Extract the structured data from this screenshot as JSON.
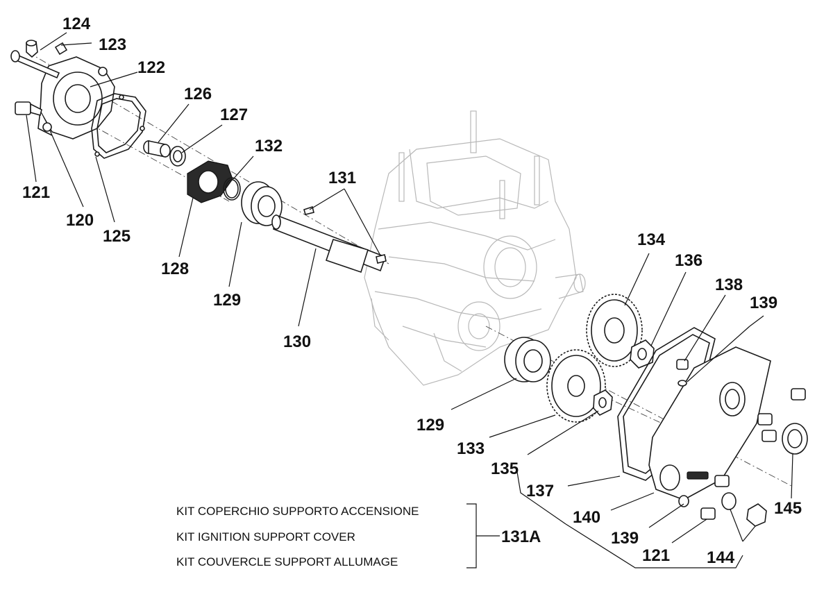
{
  "callouts": {
    "c124": "124",
    "c123": "123",
    "c122": "122",
    "c126": "126",
    "c127": "127",
    "c132": "132",
    "c131": "131",
    "c121a": "121",
    "c120": "120",
    "c125": "125",
    "c128": "128",
    "c129a": "129",
    "c130": "130",
    "c134": "134",
    "c136": "136",
    "c138": "138",
    "c139a": "139",
    "c129b": "129",
    "c133": "133",
    "c135": "135",
    "c137": "137",
    "c140": "140",
    "c139b": "139",
    "c121b": "121",
    "c144": "144",
    "c145": "145"
  },
  "kit": {
    "lines": [
      "KIT COPERCHIO SUPPORTO ACCENSIONE",
      "KIT IGNITION SUPPORT COVER",
      "KIT COUVERCLE SUPPORT ALLUMAGE"
    ],
    "code": "131A"
  }
}
